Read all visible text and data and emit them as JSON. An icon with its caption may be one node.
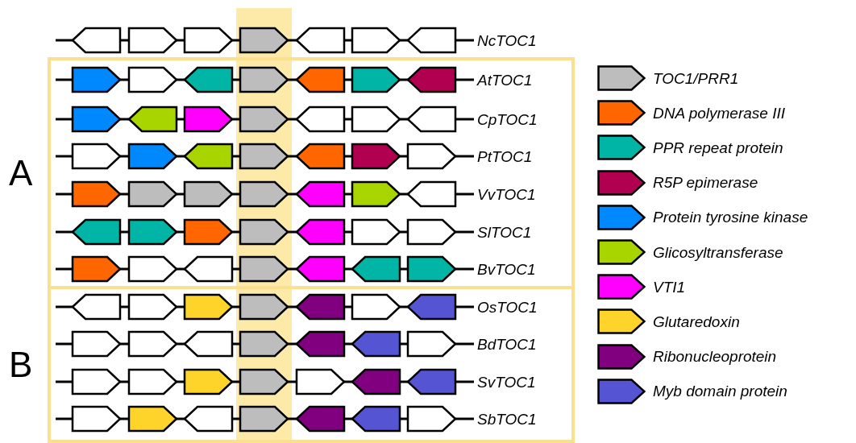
{
  "diagram": {
    "nodes": [
      {
        "text": [
          "A"
        ]
      },
      {
        "text": [
          "B"
        ]
      }
    ],
    "labels": [
      "NcTOC1",
      "AtTOC1",
      "CpTOC1",
      "PtTOC1",
      "VvTOC1",
      "SlTOC1",
      "BvTOC1",
      "OsTOC1",
      "BdTOC1",
      "SvTOC1",
      "SbTOC1"
    ],
    "legend": [
      {
        "text": "TOC1/PRR1",
        "color": "#bdbdbd"
      },
      {
        "text": "DNA polymerase III",
        "color": "#ff6600"
      },
      {
        "text": "PPR repeat protein",
        "color": "#00b5a5"
      },
      {
        "text": "R5P epimerase",
        "color": "#b0004f"
      },
      {
        "text": "Protein tyrosine kinase",
        "color": "#0088ff"
      },
      {
        "text": "Glicosyltransferase",
        "color": "#a8d400"
      },
      {
        "text": "VTI1",
        "color": "#ff00ff"
      },
      {
        "text": "Glutaredoxin",
        "color": "#ffd42a"
      },
      {
        "text": "Ribonucleoprotein",
        "color": "#800080"
      },
      {
        "text": "Myb domain protein",
        "color": "#5555d4"
      }
    ]
  }
}
